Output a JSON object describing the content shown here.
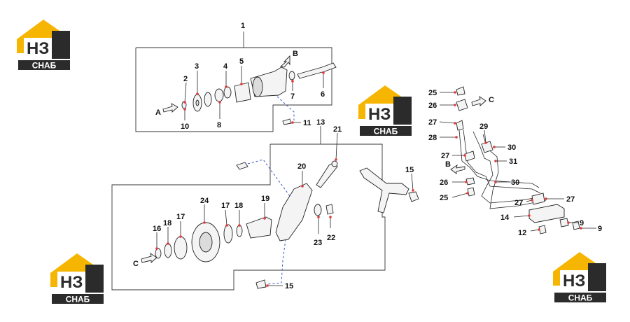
{
  "logo": {
    "letters": "НЗ",
    "caption": "СНАБ",
    "colors": {
      "roof": "#f5b500",
      "dark": "#2b2b2b",
      "caption_bg": "#2b2b2b",
      "caption_text": "#ffffff"
    }
  },
  "labels": {
    "n1": "1",
    "n2": "2",
    "n3": "3",
    "n4": "4",
    "n5": "5",
    "n6": "6",
    "n7": "7",
    "n8": "8",
    "n10": "10",
    "n11": "11",
    "n12": "12",
    "n13": "13",
    "n14": "14",
    "n15a": "15",
    "n15b": "15",
    "n16": "16",
    "n17a": "17",
    "n17b": "17",
    "n18a": "18",
    "n18b": "18",
    "n19": "19",
    "n20": "20",
    "n21": "21",
    "n22": "22",
    "n23": "23",
    "n24": "24",
    "n25a": "25",
    "n25b": "25",
    "n26a": "26",
    "n26b": "26",
    "n27a": "27",
    "n27b": "27",
    "n27c": "27",
    "n27d": "27",
    "n28": "28",
    "n29": "29",
    "n30a": "30",
    "n30b": "30",
    "n31": "31",
    "n9a": "9",
    "n9b": "9"
  },
  "arrows": {
    "a": "A",
    "b1": "B",
    "b2": "B",
    "c1": "C",
    "c2": "C"
  },
  "colors": {
    "leader_tip": "#e03a3a",
    "dash_line": "#3a58c8"
  }
}
